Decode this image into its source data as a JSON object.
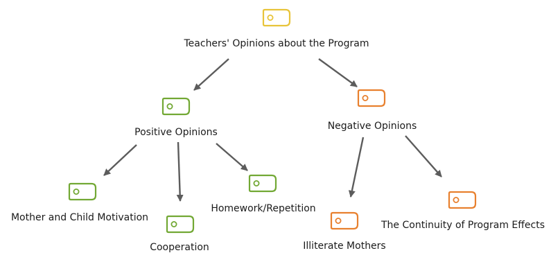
{
  "diagram": {
    "title": "Teachers' Opinions about the Program",
    "colors": {
      "root": "#e8c43a",
      "positive": "#72a834",
      "negative": "#e8802e",
      "edge": "#5c5c5c",
      "text": "#1a1a1a"
    },
    "nodes": [
      {
        "id": "root",
        "label": "Teachers' Opinions about the Program",
        "icon": "tag-icon",
        "color": "#e8c43a"
      },
      {
        "id": "positive",
        "label": "Positive Opinions",
        "icon": "tag-icon",
        "color": "#72a834"
      },
      {
        "id": "negative",
        "label": "Negative Opinions",
        "icon": "tag-icon",
        "color": "#e8802e"
      },
      {
        "id": "motivation",
        "label": "Mother and Child Motivation",
        "icon": "tag-icon",
        "color": "#72a834"
      },
      {
        "id": "cooperation",
        "label": "Cooperation",
        "icon": "tag-icon",
        "color": "#72a834"
      },
      {
        "id": "homework",
        "label": "Homework/Repetition",
        "icon": "tag-icon",
        "color": "#72a834"
      },
      {
        "id": "illiterate",
        "label": "Illiterate Mothers",
        "icon": "tag-icon",
        "color": "#e8802e"
      },
      {
        "id": "continuity",
        "label": "The Continuity of Program Effects",
        "icon": "tag-icon",
        "color": "#e8802e"
      }
    ],
    "edges": [
      {
        "from": "root",
        "to": "positive"
      },
      {
        "from": "root",
        "to": "negative"
      },
      {
        "from": "positive",
        "to": "motivation"
      },
      {
        "from": "positive",
        "to": "cooperation"
      },
      {
        "from": "positive",
        "to": "homework"
      },
      {
        "from": "negative",
        "to": "illiterate"
      },
      {
        "from": "negative",
        "to": "continuity"
      }
    ]
  }
}
